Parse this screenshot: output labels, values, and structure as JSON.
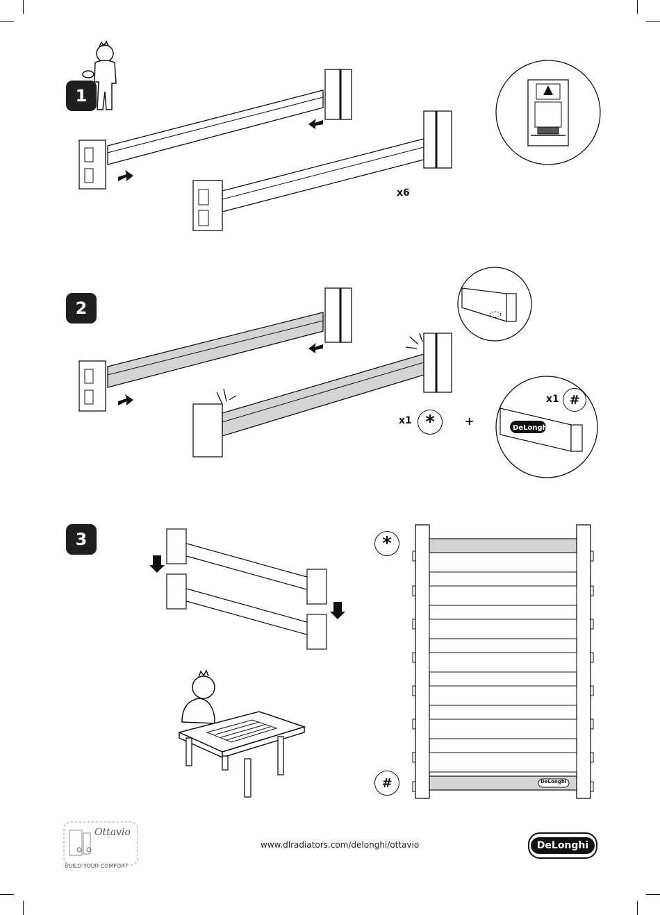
{
  "steps": {
    "one": "1",
    "two": "2",
    "three": "3"
  },
  "step1": {
    "quantity": "x6"
  },
  "step2": {
    "quantity_left": "x1",
    "plus": "+",
    "quantity_right": "x1",
    "symbol_top": "*",
    "symbol_bottom": "#",
    "bar_logo": "DeLonghi"
  },
  "step3": {
    "symbol_top": "*",
    "symbol_bottom": "#",
    "radiator_bars": 8,
    "radiator_logo": "DeLonghi"
  },
  "footer": {
    "logo_script": "Ottavio",
    "tagline": "BUILD YOUR COMFORT",
    "url": "www.dlradiators.com/delonghi/ottavio",
    "brand": "DeLonghi"
  },
  "colors": {
    "ink": "#111111",
    "shade": "#d4d4d4",
    "badge": "#1f1f1f"
  }
}
